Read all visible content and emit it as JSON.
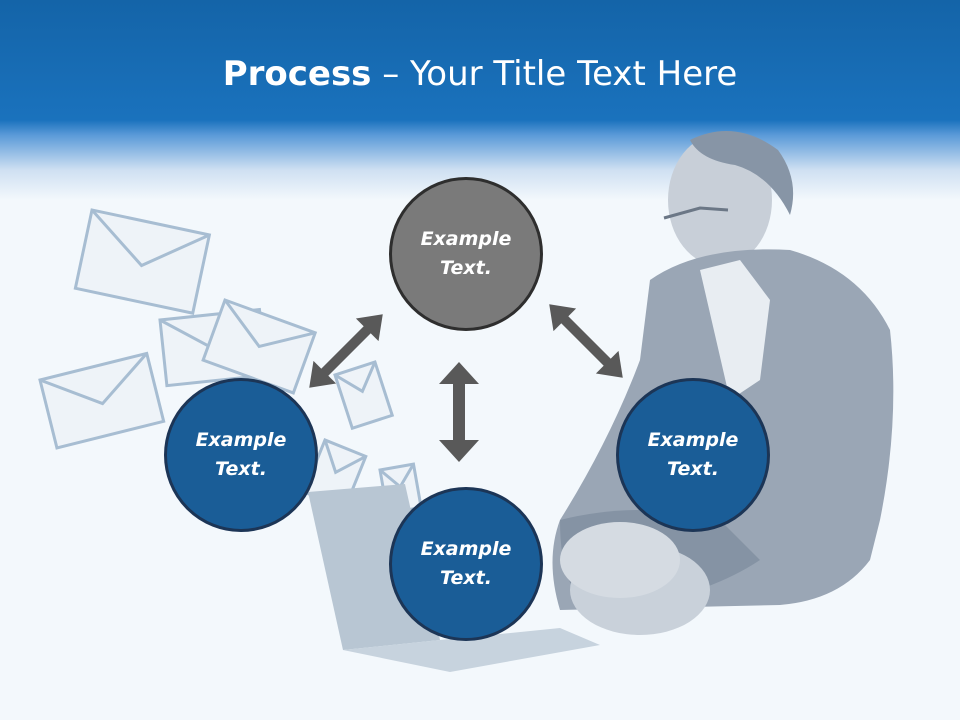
{
  "slide": {
    "title_bold": "Process",
    "title_rest": " – Your Title Text Here"
  },
  "nodes": {
    "top": {
      "line1": "Example",
      "line2": "Text."
    },
    "left": {
      "line1": "Example",
      "line2": "Text."
    },
    "bottom": {
      "line1": "Example",
      "line2": "Text."
    },
    "right": {
      "line1": "Example",
      "line2": "Text."
    }
  },
  "colors": {
    "header": "#1a72bd",
    "node_blue": "#1a5d97",
    "node_gray": "#7a7a7a",
    "arrow": "#595959"
  }
}
